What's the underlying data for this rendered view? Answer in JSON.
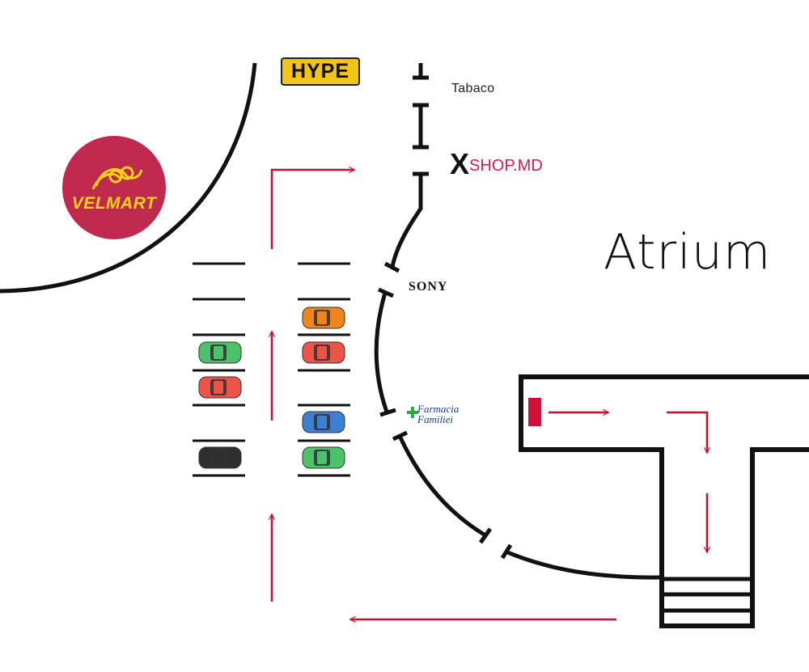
{
  "map_title": "Atrium",
  "stores": {
    "hype": "HYPE",
    "tabaco": "Tabaco",
    "xshop_x": "X",
    "xshop_rest": "SHOP.MD",
    "sony": "SONY",
    "velmart": "VELMART",
    "farmacia_line1": "Farmacia",
    "farmacia_line2": "Familiei"
  },
  "parking": {
    "left_column_cars": [
      "green",
      "red",
      "black"
    ],
    "right_column_cars": [
      "orange",
      "red",
      "blue",
      "green"
    ]
  },
  "colors": {
    "route_arrow": "#c8102e",
    "entrance_marker": "#d1103a",
    "walls": "#111111",
    "velmart_bg": "#c0294e",
    "velmart_text": "#f7d21d",
    "hype_bg": "#f2c319",
    "xshop_accent": "#d31d4f",
    "farmacia_blue": "#1a3d8f",
    "farmacia_green": "#2aa84a",
    "car_green": "#4cc26a",
    "car_red": "#ee5347",
    "car_orange": "#f0851d",
    "car_blue": "#3c7fd3",
    "car_black": "#2f2f2f"
  }
}
